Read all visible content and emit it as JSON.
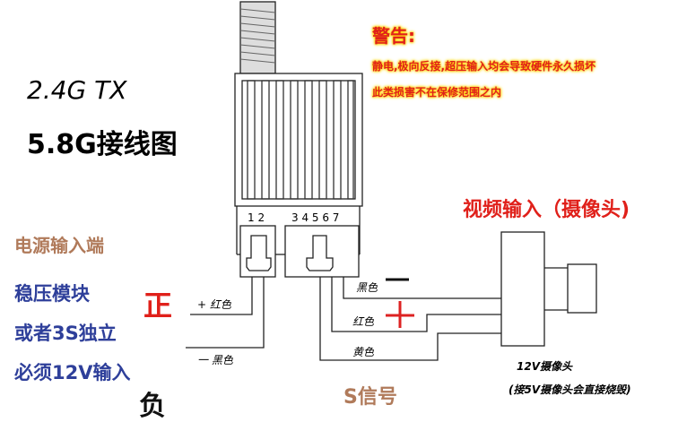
{
  "title_tx": "2.4G  TX",
  "title_diagram": "5.8G接线图",
  "warning": {
    "heading": "警告:",
    "line1": "静电,极向反接,超压输入均会导致硬件永久损坏",
    "line2": "此类损害不在保修范围之内"
  },
  "pins": {
    "left": "1 2",
    "right": "3 4 5 6 7"
  },
  "power": {
    "heading": "电源输入端",
    "lines": [
      "稳压模块",
      "或者3S独立",
      "必须12V输入"
    ],
    "positive": "正",
    "negative": "负",
    "plus_wire": "+ 红色",
    "minus_wire": "一 黑色"
  },
  "video": {
    "heading": "视频输入（摄像头)",
    "black_wire": "黑色",
    "red_wire": "红色",
    "yellow_wire": "黄色",
    "signal": "S信号",
    "camera": "12V摄像头",
    "camera_note": "(接5V摄像头会直接烧毁)"
  },
  "colors": {
    "red": "#e0201a",
    "brown": "#b07a5a",
    "blue": "#2e3f9a"
  }
}
